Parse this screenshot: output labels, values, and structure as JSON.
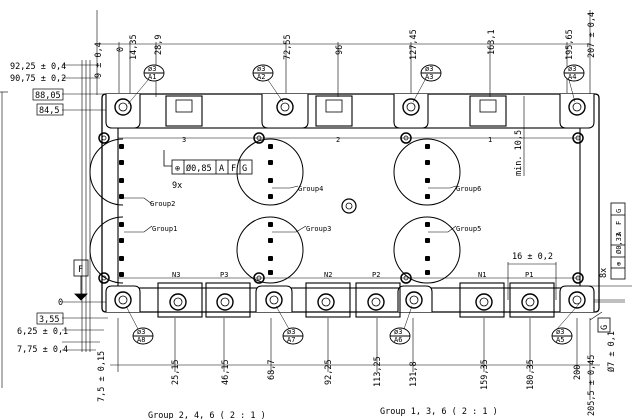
{
  "top_dims": {
    "dim_9_4": "9 ± 0,4",
    "dim_0_top": "0",
    "dim_14_35": "14,35",
    "dim_28_9": "28,9",
    "dim_72_55": "72,55",
    "dim_96": "96",
    "dim_127_45": "127,45",
    "dim_163_1": "163,1",
    "dim_195_65": "195,65",
    "dim_207_04": "207 ± 0,4"
  },
  "left_dims": {
    "dim_92_25": "92,25 ± 0,4",
    "dim_90_75": "90,75 ± 0,2",
    "dim_88_05": "88,05",
    "dim_84_5": "84,5",
    "dim_0_left": "0",
    "dim_3_55": "3,55",
    "dim_6_25": "6,25 ± 0,1",
    "dim_7_75": "7,75 ± 0,4",
    "dim_7_5": "7,5 ± 0,15"
  },
  "bottom_dims": {
    "dim_25_15": "25,15",
    "dim_46_15": "46,15",
    "dim_68_7": "68,7",
    "dim_92_25b": "92,25",
    "dim_113_25": "113,25",
    "dim_131_8": "131,8",
    "dim_159_35": "159,35",
    "dim_180_35": "180,35",
    "dim_200": "200",
    "dim_205_5": "205,5 ± 0,45"
  },
  "right_dims": {
    "min_10_5": "min. 10,5",
    "dim_16_02": "16 ± 0,2",
    "count_8x": "8x",
    "tol_033": "Ø0,33",
    "datum_A": "A",
    "datum_F": "F",
    "datum_G": "G",
    "dia_7": "Ø7 ± 0,1",
    "datum_G_box": "G"
  },
  "tolerance": {
    "symbol": "⊕",
    "value": "Ø0,85",
    "ref_a": "A",
    "ref_f": "F",
    "ref_g": "G",
    "count": "9x"
  },
  "datum_F_flag": "F",
  "mount_holes": [
    "A1",
    "A2",
    "A3",
    "A4",
    "A5",
    "A6",
    "A7",
    "A8"
  ],
  "hole_prefix": "ø3",
  "groups": [
    "Group1",
    "Group2",
    "Group3",
    "Group4",
    "Group5",
    "Group6"
  ],
  "top_terminals": [
    "3",
    "2",
    "1"
  ],
  "bottom_terminals": [
    "N3",
    "P3",
    "N2",
    "P2",
    "N1",
    "P1"
  ],
  "captions": {
    "left": "Group 2, 4, 6 ( 2 : 1 )",
    "right": "Group 1, 3, 6 ( 2 : 1 )"
  }
}
